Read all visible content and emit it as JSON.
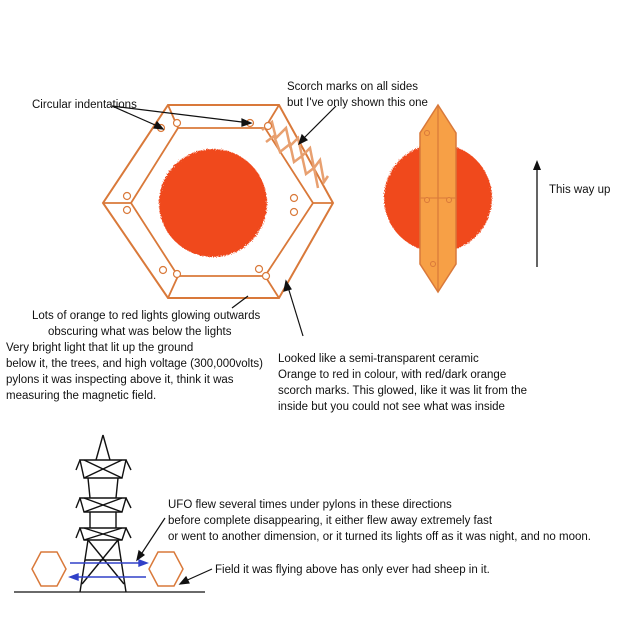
{
  "labels": {
    "circular_indentations": "Circular indentations",
    "scorch_line1": "Scorch marks on all sides",
    "scorch_line2": "but I've only shown this one",
    "this_way_up": "This way up",
    "glow_line1": "Lots of orange to red lights glowing outwards",
    "glow_line2": "obscuring what was below the lights",
    "bright_line1": "Very bright light that lit up the ground",
    "bright_line2": "below it, the trees, and high voltage (300,000volts)",
    "bright_line3": "pylons it was inspecting above it, think it was",
    "bright_line4": "measuring the magnetic field.",
    "ceramic_line1": "Looked like a semi-transparent ceramic",
    "ceramic_line2": "Orange to red in colour, with red/dark orange",
    "ceramic_line3": "scorch marks. This glowed, like it was lit from the",
    "ceramic_line4": "inside but you could not see what was inside",
    "ufo_line1": "UFO flew several times under pylons in these directions",
    "ufo_line2": "before complete disappearing, it either flew away extremely fast",
    "ufo_line3": "or went to another dimension, or it turned its lights off as it was night, and no moon.",
    "field_line": "Field it was flying above has only ever had sheep in it."
  },
  "colors": {
    "hexagon_outline": "#d9793a",
    "glow_red": "#f04a1e",
    "bar_orange": "#f7a046",
    "arrow_blue": "#3040c8",
    "ink": "#111111"
  }
}
